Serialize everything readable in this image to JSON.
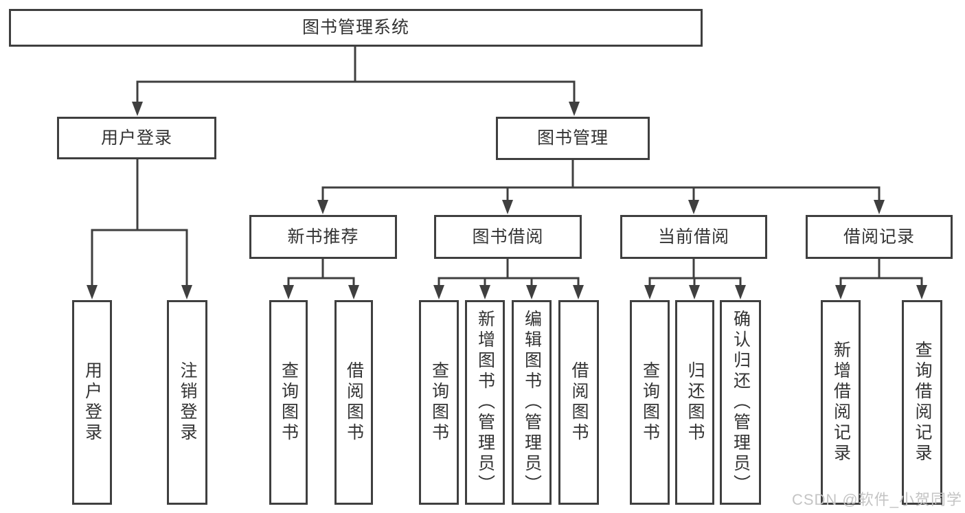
{
  "tree": {
    "label": "图书管理系统",
    "children": [
      {
        "label": "用户登录",
        "children": [
          {
            "label": "用户登录"
          },
          {
            "label": "注销登录"
          }
        ]
      },
      {
        "label": "图书管理",
        "children": [
          {
            "label": "新书推荐",
            "children": [
              {
                "label": "查询图书"
              },
              {
                "label": "借阅图书"
              }
            ]
          },
          {
            "label": "图书借阅",
            "children": [
              {
                "label": "查询图书"
              },
              {
                "label": "新增图书（管理员）"
              },
              {
                "label": "编辑图书（管理员）"
              },
              {
                "label": "借阅图书"
              }
            ]
          },
          {
            "label": "当前借阅",
            "children": [
              {
                "label": "查询图书"
              },
              {
                "label": "归还图书"
              },
              {
                "label": "确认归还（管理员）"
              }
            ]
          },
          {
            "label": "借阅记录",
            "children": [
              {
                "label": "新增借阅记录"
              },
              {
                "label": "查询借阅记录"
              }
            ]
          }
        ]
      }
    ]
  },
  "watermark": {
    "text": "CSDN @软件_小贺同学",
    "color": "#c4c4c4"
  },
  "colors": {
    "line": "#3f3f3f",
    "box_border": "#3f3f3f",
    "text": "#333333",
    "background": "#ffffff"
  }
}
